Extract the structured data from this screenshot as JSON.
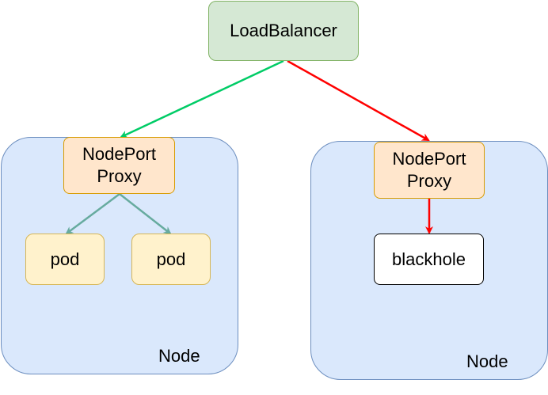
{
  "load_balancer": {
    "label": "LoadBalancer"
  },
  "left_node": {
    "label": "Node",
    "proxy": {
      "line1": "NodePort",
      "line2": "Proxy"
    },
    "pods": [
      {
        "label": "pod"
      },
      {
        "label": "pod"
      }
    ]
  },
  "right_node": {
    "label": "Node",
    "proxy": {
      "line1": "NodePort",
      "line2": "Proxy"
    },
    "sink": {
      "label": "blackhole"
    }
  },
  "colors": {
    "healthy_edge": "#00cc66",
    "failing_edge": "#ff0000",
    "pod_edge": "#67ab9f"
  }
}
